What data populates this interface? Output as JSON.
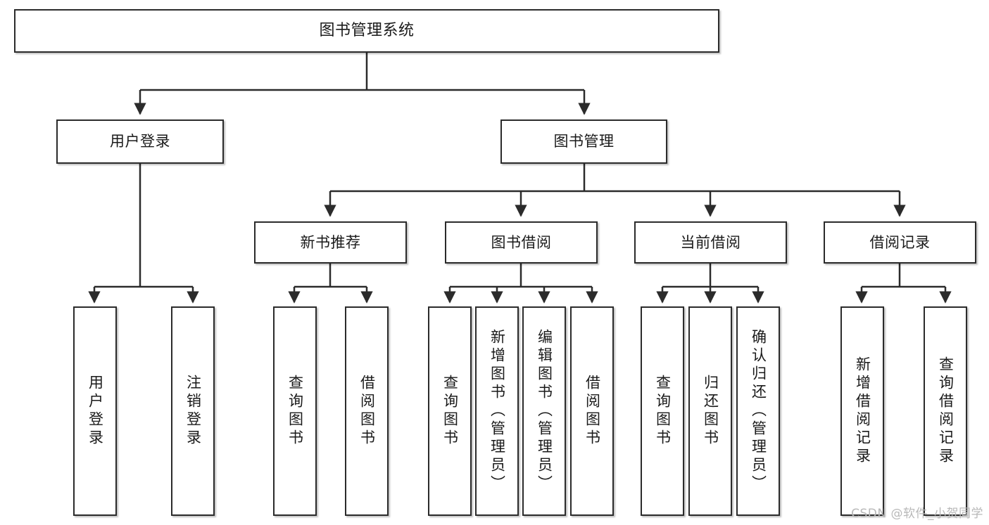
{
  "diagram": {
    "title": "图书管理系统",
    "type": "tree-hierarchy",
    "watermark": "CSDN @软件_小贺同学",
    "colors": {
      "background": "#ffffff",
      "node_fill": "#ffffff",
      "node_border": "#2b2b2b",
      "connector": "#2b2b2b",
      "text": "#1a1a1a",
      "watermark": "#b8b8b8"
    },
    "nodes": {
      "root": {
        "label": "图书管理系统"
      },
      "level2": [
        {
          "id": "user-login",
          "label": "用户登录"
        },
        {
          "id": "book-management",
          "label": "图书管理"
        }
      ],
      "level3": [
        {
          "id": "new-book-recommend",
          "label": "新书推荐"
        },
        {
          "id": "book-borrow",
          "label": "图书借阅"
        },
        {
          "id": "current-borrow",
          "label": "当前借阅"
        },
        {
          "id": "borrow-record",
          "label": "借阅记录"
        }
      ],
      "leaves": {
        "user_login": [
          {
            "id": "leaf-user-login",
            "label": "用户登录"
          },
          {
            "id": "leaf-logout-login",
            "label": "注销登录"
          }
        ],
        "new_book_recommend": [
          {
            "id": "leaf-query-book-1",
            "label": "查询图书"
          },
          {
            "id": "leaf-borrow-book-1",
            "label": "借阅图书"
          }
        ],
        "book_borrow": [
          {
            "id": "leaf-query-book-2",
            "label": "查询图书"
          },
          {
            "id": "leaf-add-book-admin",
            "label": "新增图书（管理员）"
          },
          {
            "id": "leaf-edit-book-admin",
            "label": "编辑图书（管理员）"
          },
          {
            "id": "leaf-borrow-book-2",
            "label": "借阅图书"
          }
        ],
        "current_borrow": [
          {
            "id": "leaf-query-book-3",
            "label": "查询图书"
          },
          {
            "id": "leaf-return-book",
            "label": "归还图书"
          },
          {
            "id": "leaf-confirm-return-admin",
            "label": "确认归还（管理员）"
          }
        ],
        "borrow_record": [
          {
            "id": "leaf-add-borrow-record",
            "label": "新增借阅记录"
          },
          {
            "id": "leaf-query-borrow-record",
            "label": "查询借阅记录"
          }
        ]
      }
    }
  }
}
